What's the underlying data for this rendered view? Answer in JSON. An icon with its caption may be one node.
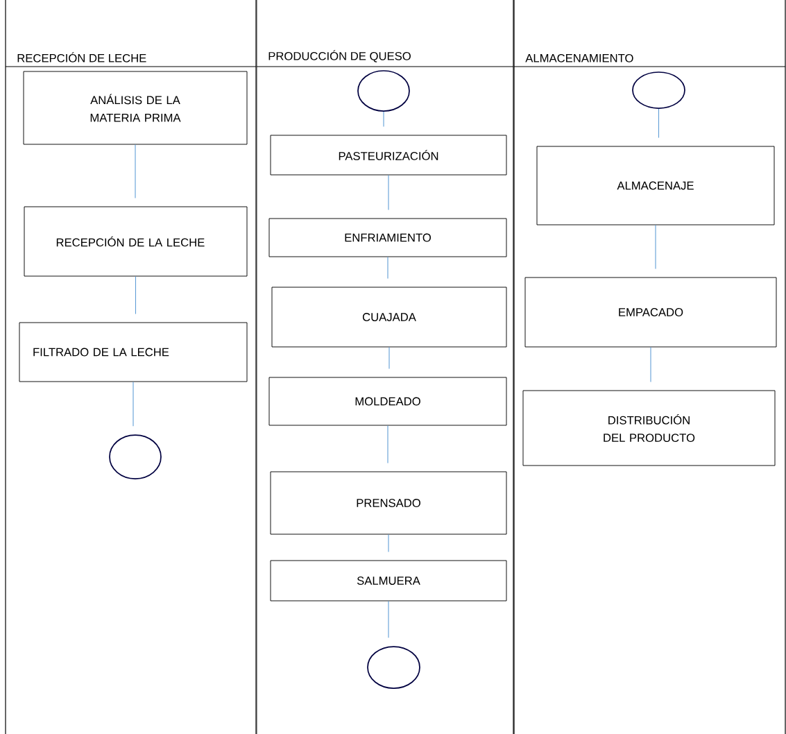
{
  "diagram": {
    "nodes": [
      {
        "text": [
          "RECEPCIÓN DE LECHE"
        ]
      },
      {
        "text": [
          "PRODUCCIÓN DE QUESO"
        ]
      },
      {
        "text": [
          "ALMACENAMIENTO"
        ]
      },
      {
        "text": [
          "ANÁLISIS DE LA MATERIA PRIMA"
        ],
        "in": 0
      },
      {
        "text": [
          "RECEPCIÓN DE LA LECHE"
        ],
        "in": 0
      },
      {
        "text": [
          "FILTRADO DE LA LECHE"
        ],
        "in": 0
      },
      {
        "text": [],
        "shape": "circle",
        "in": 0
      },
      {
        "text": [],
        "shape": "circle",
        "in": 1
      },
      {
        "text": [
          "PASTEURIZACIÓN"
        ],
        "in": 1
      },
      {
        "text": [
          "ENFRIAMIENTO"
        ],
        "in": 1
      },
      {
        "text": [
          "CUAJADA"
        ],
        "in": 1
      },
      {
        "text": [
          "MOLDEADO"
        ],
        "in": 1
      },
      {
        "text": [
          "PRENSADO"
        ],
        "in": 1
      },
      {
        "text": [
          "SALMUERA"
        ],
        "in": 1
      },
      {
        "text": [],
        "shape": "circle",
        "in": 1
      },
      {
        "text": [],
        "shape": "circle",
        "in": 2
      },
      {
        "text": [
          "ALMACENAJE"
        ],
        "in": 2
      },
      {
        "text": [
          "EMPACADO"
        ],
        "in": 2
      },
      {
        "text": [
          "DISTRIBUCIÓN DEL PRODUCTO"
        ],
        "in": 2
      }
    ],
    "edges": [
      {
        "from": 3,
        "to": 4,
        "arrow": "none"
      },
      {
        "from": 4,
        "to": 5,
        "arrow": "none"
      },
      {
        "from": 5,
        "to": 6,
        "arrow": "none"
      },
      {
        "from": 7,
        "to": 8,
        "arrow": "none"
      },
      {
        "from": 8,
        "to": 9,
        "arrow": "none"
      },
      {
        "from": 9,
        "to": 10,
        "arrow": "none"
      },
      {
        "from": 10,
        "to": 11,
        "arrow": "none"
      },
      {
        "from": 11,
        "to": 12,
        "arrow": "none"
      },
      {
        "from": 12,
        "to": 13,
        "arrow": "none"
      },
      {
        "from": 13,
        "to": 14,
        "arrow": "none"
      },
      {
        "from": 15,
        "to": 16,
        "arrow": "none"
      },
      {
        "from": 16,
        "to": 17,
        "arrow": "none"
      },
      {
        "from": 17,
        "to": 18,
        "arrow": "none"
      }
    ]
  }
}
